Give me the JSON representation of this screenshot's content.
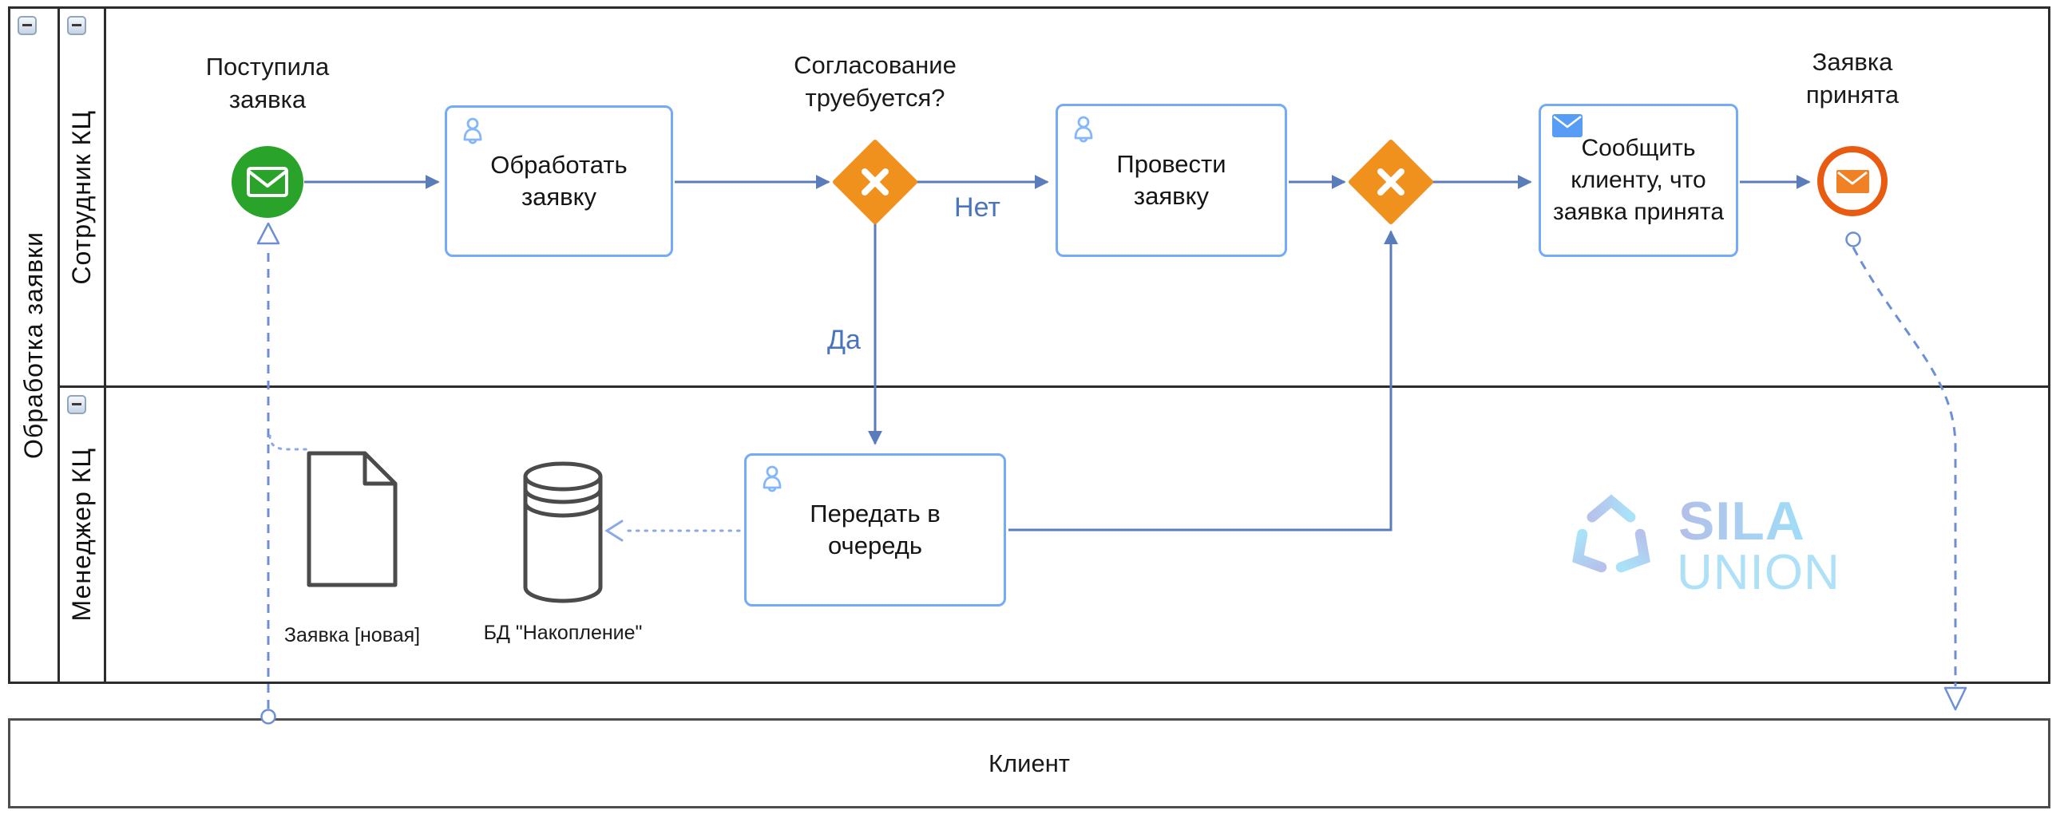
{
  "diagram": {
    "pool": {
      "title": "Обработка заявки",
      "lanes": [
        {
          "label": "Сотрудник КЦ"
        },
        {
          "label": "Менеджер КЦ"
        }
      ]
    },
    "client_pool": {
      "label": "Клиент"
    },
    "nodes": {
      "start_event": {
        "type": "message-start-event",
        "label": "Поступила\nзаявка"
      },
      "task_process": {
        "type": "user-task",
        "label": "Обработать\nзаявку"
      },
      "gateway_decision": {
        "type": "xor-gateway",
        "label": "Согласование\nтруебуется?"
      },
      "task_conduct": {
        "type": "user-task",
        "label": "Провести\nзаявку"
      },
      "gateway_merge": {
        "type": "xor-gateway",
        "label": ""
      },
      "task_notify": {
        "type": "send-task",
        "label": "Сообщить\nклиенту, что\nзаявка принята"
      },
      "end_event": {
        "type": "message-end-event",
        "label": "Заявка\nпринята"
      },
      "task_queue": {
        "type": "user-task",
        "label": "Передать в\nочередь"
      }
    },
    "flows": {
      "yes_label": "Да",
      "no_label": "Нет"
    },
    "artifacts": {
      "document_label": "Заявка [новая]",
      "database_label": "БД \"Накопление\""
    },
    "logo": {
      "line1": "SILA",
      "line2": "UNION"
    }
  },
  "colors": {
    "start_event_fill": "#29a329",
    "gateway_fill": "#f0911e",
    "end_event_ring": "#e95b10",
    "end_event_envelope": "#f08124",
    "sequence_flow": "#5a7cba",
    "message_flow": "#6c8fd6",
    "association": "#8aa9e6",
    "task_border": "#74aaf8",
    "task_icon": "#84b6fa",
    "condition_label": "#4a74bd",
    "artifact_stroke": "#4b4b4b",
    "pool_border": "#2c2c2c"
  }
}
